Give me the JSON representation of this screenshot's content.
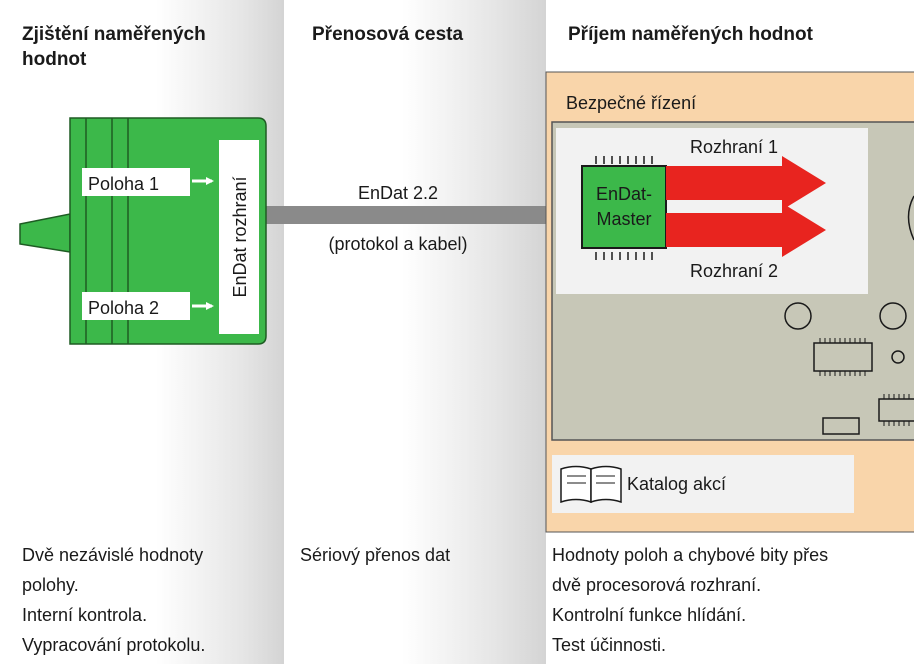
{
  "columns": [
    {
      "heading": "Zjištění naměřených hodnot",
      "lines": [
        "Dvě nezávislé hodnoty",
        "polohy.",
        "Interní kontrola.",
        "Vypracování protokolu."
      ]
    },
    {
      "heading": "Přenosová cesta",
      "lines": [
        "Sériový přenos dat"
      ]
    },
    {
      "heading": "Příjem naměřených hodnot",
      "lines": [
        "Hodnoty poloh a chybové bity přes",
        "dvě procesorová rozhraní.",
        "Kontrolní funkce hlídání.",
        "Test účinnosti."
      ]
    }
  ],
  "encoder": {
    "interface_label": "EnDat rozhraní",
    "position_1": "Poloha 1",
    "position_2": "Poloha 2"
  },
  "transmission": {
    "name": "EnDat 2.2",
    "detail": "(protokol a kabel)"
  },
  "receiver": {
    "title": "Bezpečné řízení",
    "master_line1": "EnDat-",
    "master_line2": "Master",
    "interface_1": "Rozhraní 1",
    "interface_2": "Rozhraní 2",
    "catalog": "Katalog akcí"
  },
  "colors": {
    "column_shade": "#d9d9d9",
    "encoder_green": "#3cb84a",
    "receiver_peach": "#f9d5aa",
    "board_gray": "#c7c7b7",
    "arrow_red": "#e8241f",
    "cable_gray": "#8a8a8a"
  },
  "icons": [
    "book-icon"
  ]
}
